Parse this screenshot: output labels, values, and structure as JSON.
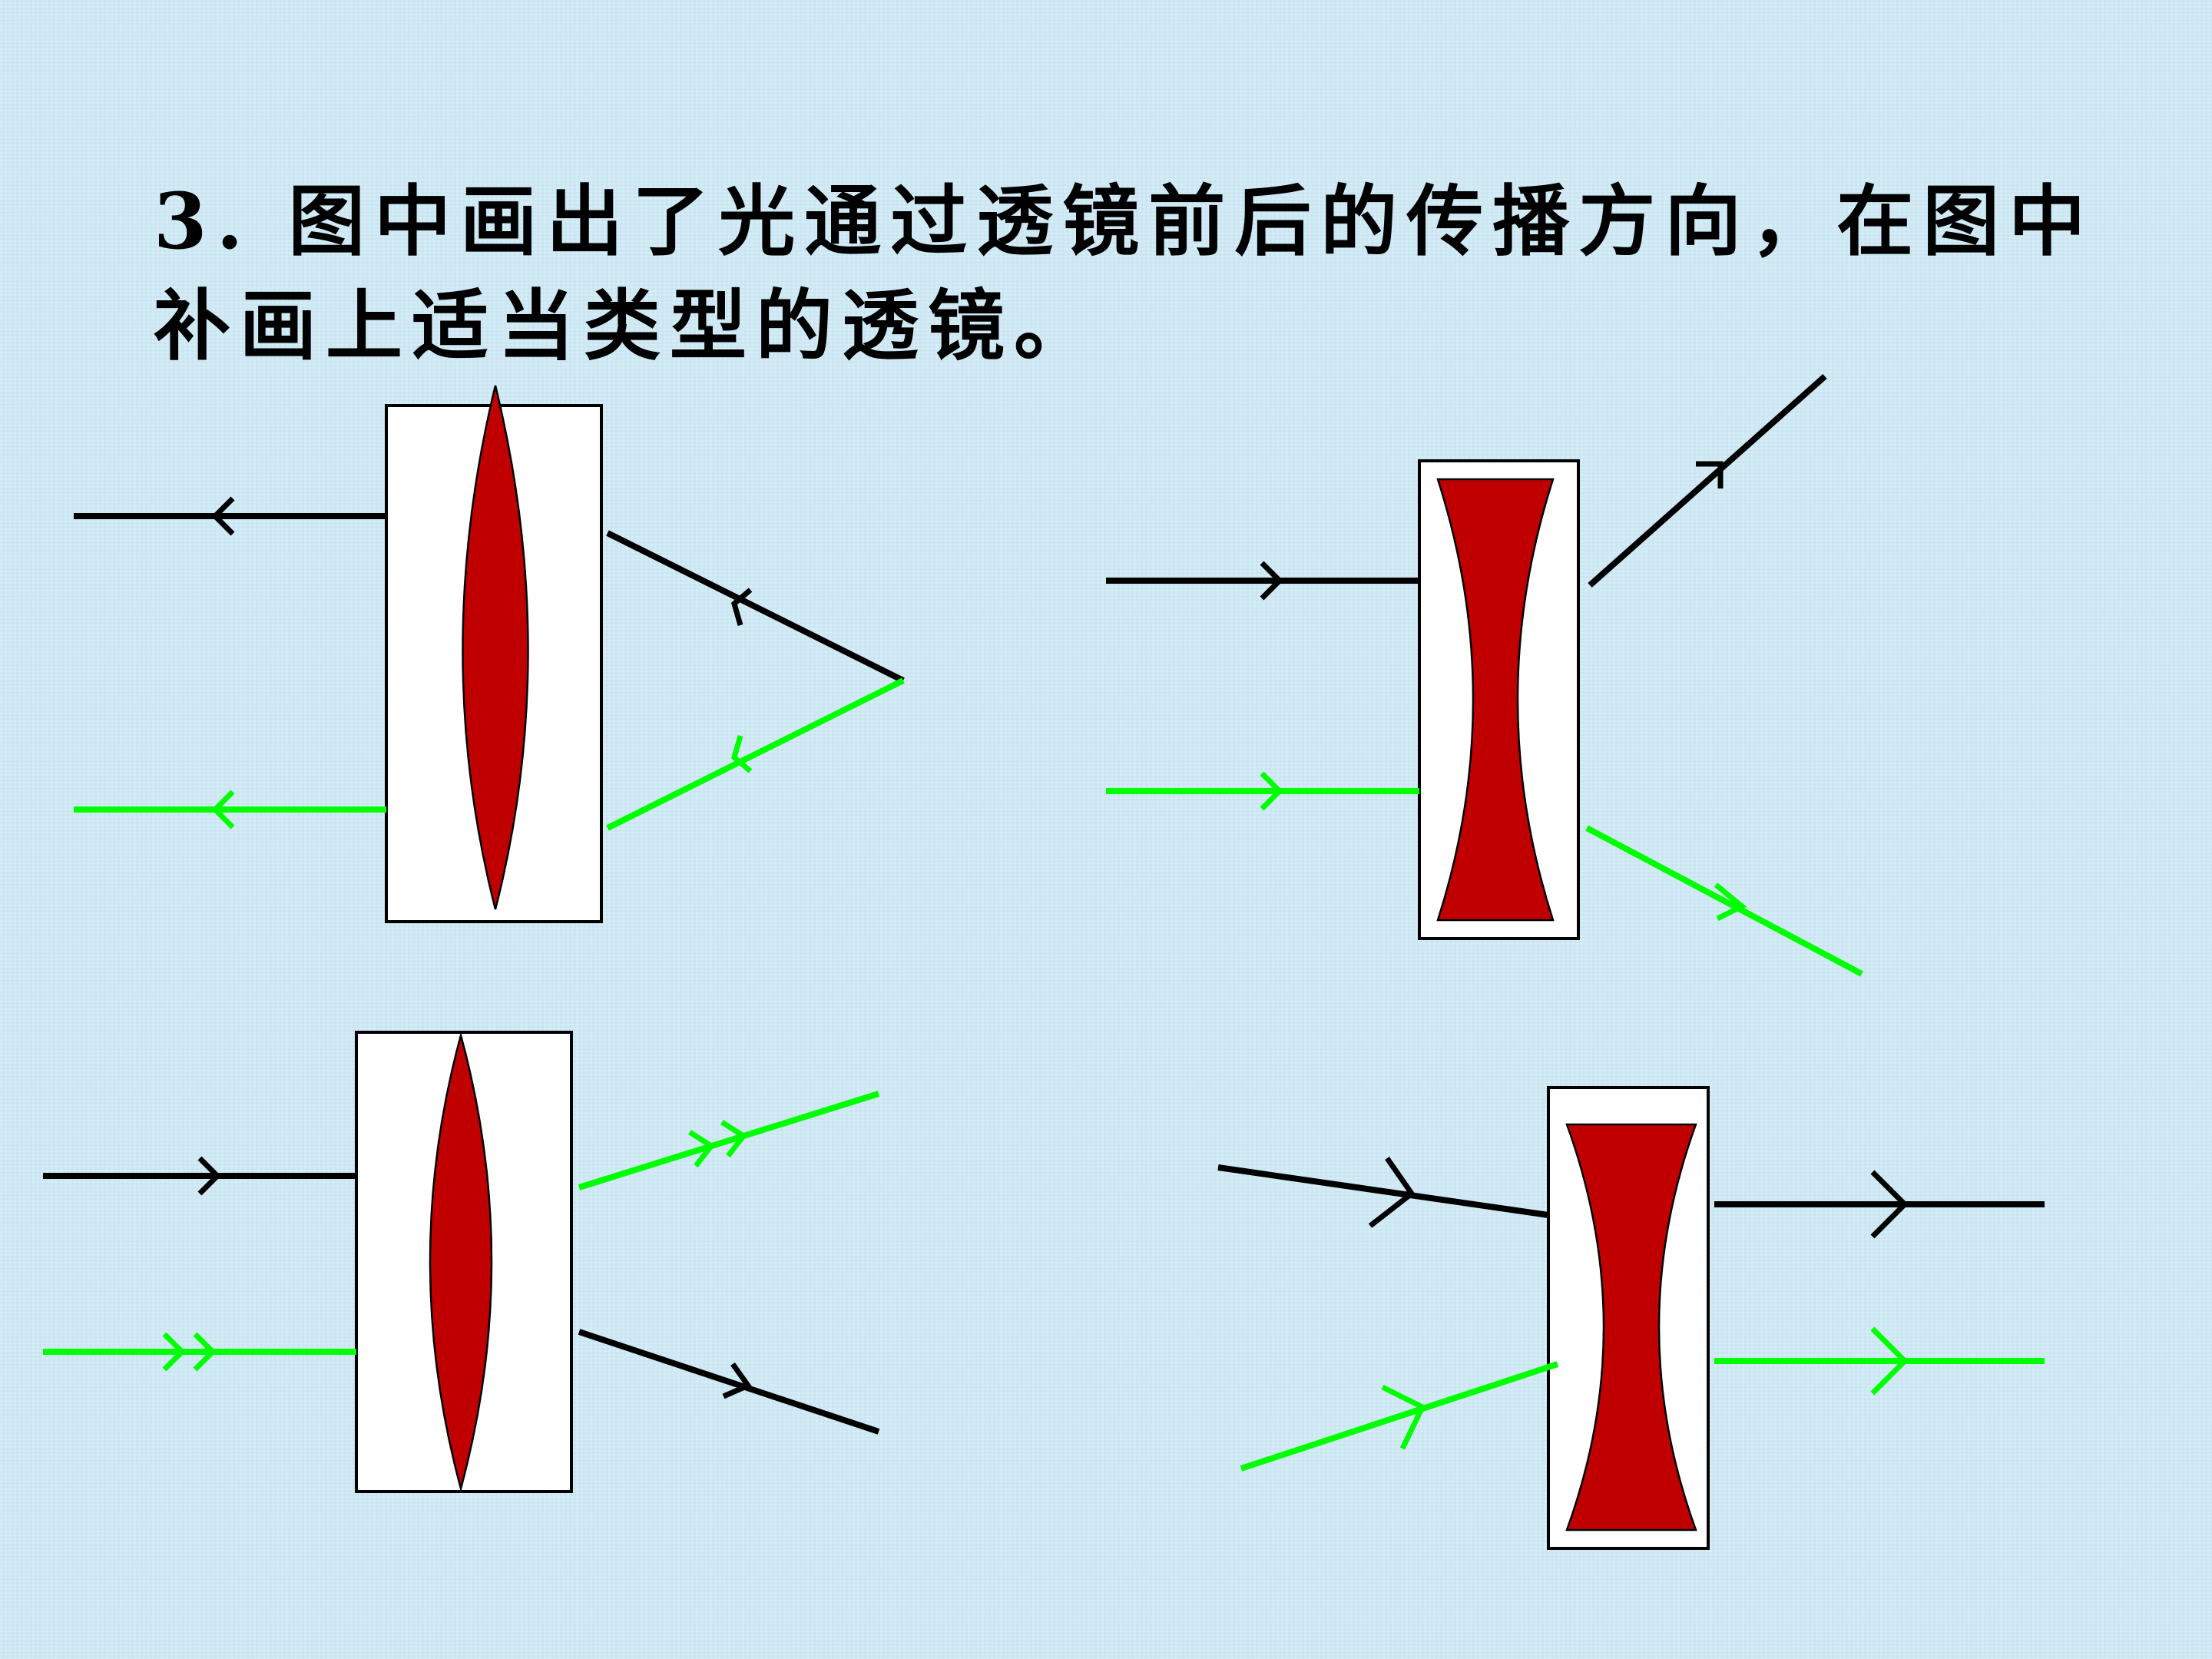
{
  "question": {
    "number": "3.",
    "text": "图中画出了光通过透镜前后的传播方向，在图中补画上适当类型的透镜。"
  },
  "colors": {
    "background": "#cfe9f4",
    "black_ray": "#000000",
    "green_ray": "#00ff00",
    "lens_fill": "#c00000",
    "box_fill": "#ffffff"
  },
  "panels": [
    {
      "id": "top-left",
      "lens_type": "convex"
    },
    {
      "id": "top-right",
      "lens_type": "concave"
    },
    {
      "id": "bottom-left",
      "lens_type": "convex"
    },
    {
      "id": "bottom-right",
      "lens_type": "concave"
    }
  ]
}
